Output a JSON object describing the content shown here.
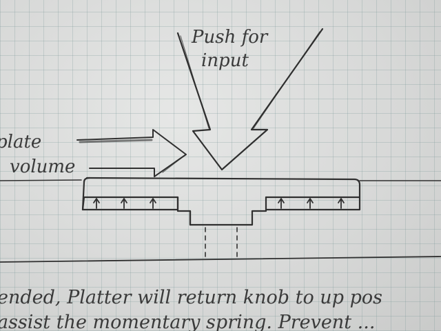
{
  "labels": {
    "push_for": "Push for",
    "input": "input",
    "plate": "plate",
    "volume": "volume"
  },
  "bottom_text": {
    "line1": "ended, Platter will return knob to up pos",
    "line2": "assist the momentary spring. Prevent ..."
  },
  "colors": {
    "paper": "#d9dada",
    "grid": "#8fa5a5",
    "pencil": "#2f2f2f"
  }
}
